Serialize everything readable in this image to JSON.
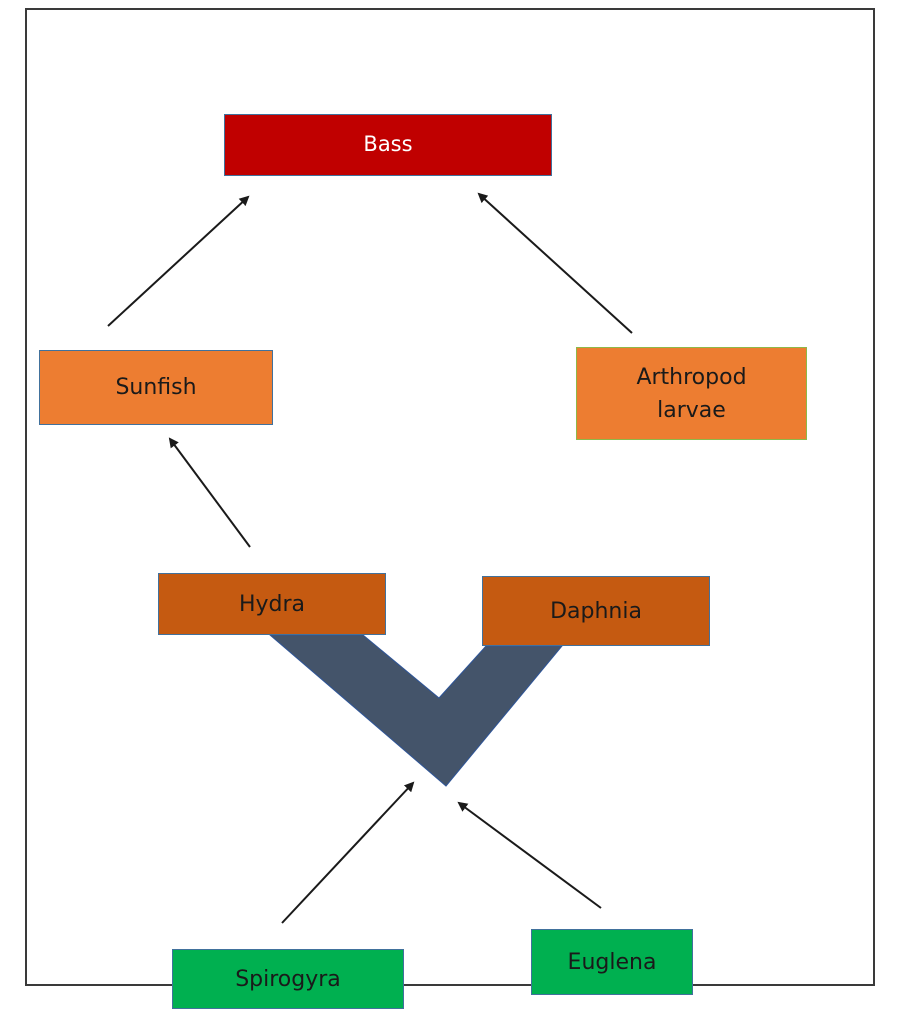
{
  "diagram": {
    "nodes": [
      {
        "id": "bass",
        "label": "Bass",
        "fill": "#c00000"
      },
      {
        "id": "sunfish",
        "label": "Sunfish",
        "fill": "#ed7d31"
      },
      {
        "id": "arthropod",
        "label": "Arthropod\nlarvae",
        "fill": "#ed7d31"
      },
      {
        "id": "hydra",
        "label": "Hydra",
        "fill": "#c55a11"
      },
      {
        "id": "daphnia",
        "label": "Daphnia",
        "fill": "#c55a11"
      },
      {
        "id": "spirogyra",
        "label": "Spirogyra",
        "fill": "#00b050"
      },
      {
        "id": "euglena",
        "label": "Euglena",
        "fill": "#00b050"
      }
    ],
    "edges": [
      {
        "from": "sunfish",
        "to": "bass"
      },
      {
        "from": "arthropod",
        "to": "bass"
      },
      {
        "from": "hydra",
        "to": "sunfish"
      },
      {
        "from": "spirogyra",
        "to": "hydra-daphnia"
      },
      {
        "from": "euglena",
        "to": "hydra-daphnia"
      }
    ],
    "colors": {
      "arrow": "#1a1a1a",
      "connector": "#44546a",
      "frame": "#3a3a3a"
    }
  }
}
